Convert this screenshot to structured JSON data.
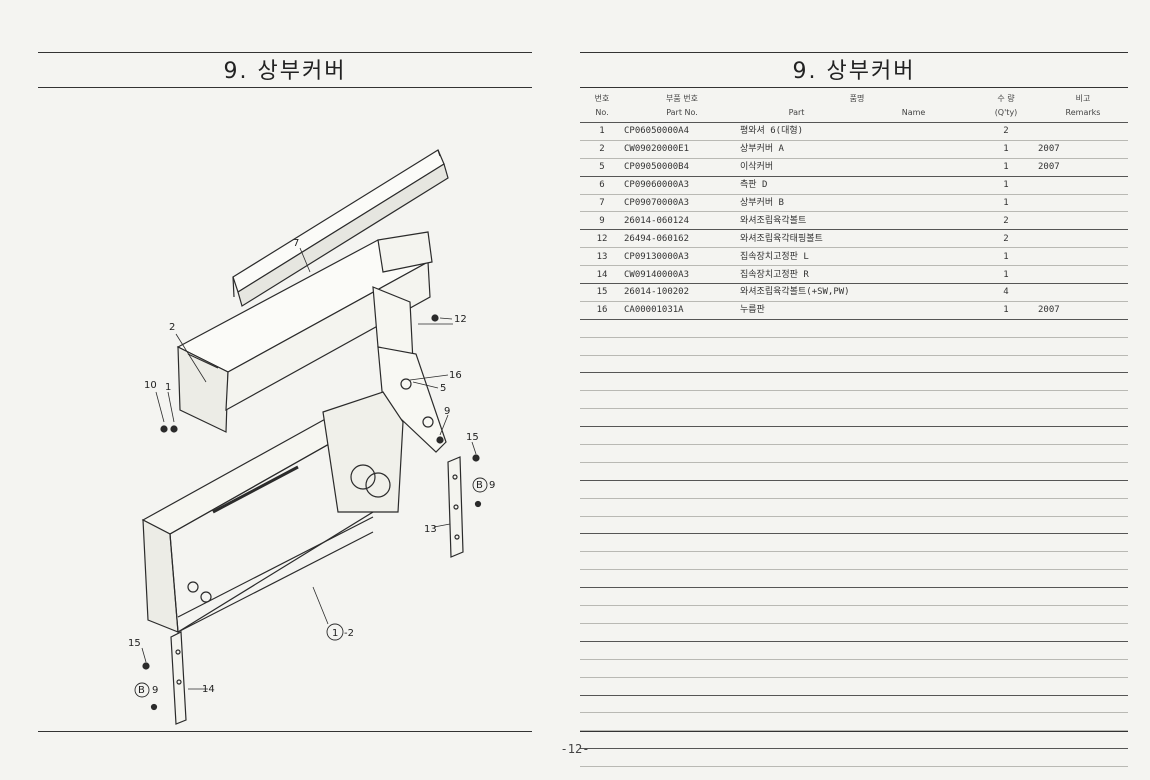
{
  "left_title": "9. 상부커버",
  "right_title": "9. 상부커버",
  "page_number": "-12-",
  "diagram_labels": {
    "l7": "7",
    "l2": "2",
    "l12": "12",
    "l16": "16",
    "l5": "5",
    "l10": "10",
    "l1": "1",
    "l9": "9",
    "l15a": "15",
    "lB9a": "B",
    "l9b": "9",
    "l13": "13",
    "l1_2": "1",
    "l_2": "-2",
    "l15b": "15",
    "lB9b": "B",
    "l9c": "9",
    "l14": "14"
  },
  "table": {
    "headers": {
      "no_ko": "번호",
      "no_en": "No.",
      "pn_ko": "부품 번호",
      "pn_en": "Part  No.",
      "name_ko_1": "품",
      "name_ko_2": "명",
      "name_en_1": "Part",
      "name_en_2": "Name",
      "qty_ko": "수 량",
      "qty_en": "(Q'ty)",
      "rem_ko": "비고",
      "rem_en": "Remarks"
    },
    "rows": [
      {
        "no": "1",
        "part_no": "CP06050000A4",
        "name": "평와셔 6(대형)",
        "qty": "2",
        "remarks": ""
      },
      {
        "no": "2",
        "part_no": "CW09020000E1",
        "name": "상부커버 A",
        "qty": "1",
        "remarks": "2007"
      },
      {
        "no": "5",
        "part_no": "CP09050000B4",
        "name": "이삭커버",
        "qty": "1",
        "remarks": "2007"
      },
      {
        "no": "6",
        "part_no": "CP09060000A3",
        "name": "측판 D",
        "qty": "1",
        "remarks": ""
      },
      {
        "no": "7",
        "part_no": "CP09070000A3",
        "name": "상부커버 B",
        "qty": "1",
        "remarks": ""
      },
      {
        "no": "9",
        "part_no": "26014-060124",
        "name": "와셔조립육각볼트",
        "qty": "2",
        "remarks": ""
      },
      {
        "no": "12",
        "part_no": "26494-060162",
        "name": "와셔조립육각태핑볼트",
        "qty": "2",
        "remarks": ""
      },
      {
        "no": "13",
        "part_no": "CP09130000A3",
        "name": "집속장치고정판 L",
        "qty": "1",
        "remarks": ""
      },
      {
        "no": "14",
        "part_no": "CW09140000A3",
        "name": "집속장치고정판 R",
        "qty": "1",
        "remarks": ""
      },
      {
        "no": "15",
        "part_no": "26014-100202",
        "name": "와셔조립육각볼트(+SW,PW)",
        "qty": "4",
        "remarks": ""
      },
      {
        "no": "16",
        "part_no": "CA00001031A",
        "name": "누름판",
        "qty": "1",
        "remarks": "2007"
      }
    ],
    "empty_rows": 25
  }
}
